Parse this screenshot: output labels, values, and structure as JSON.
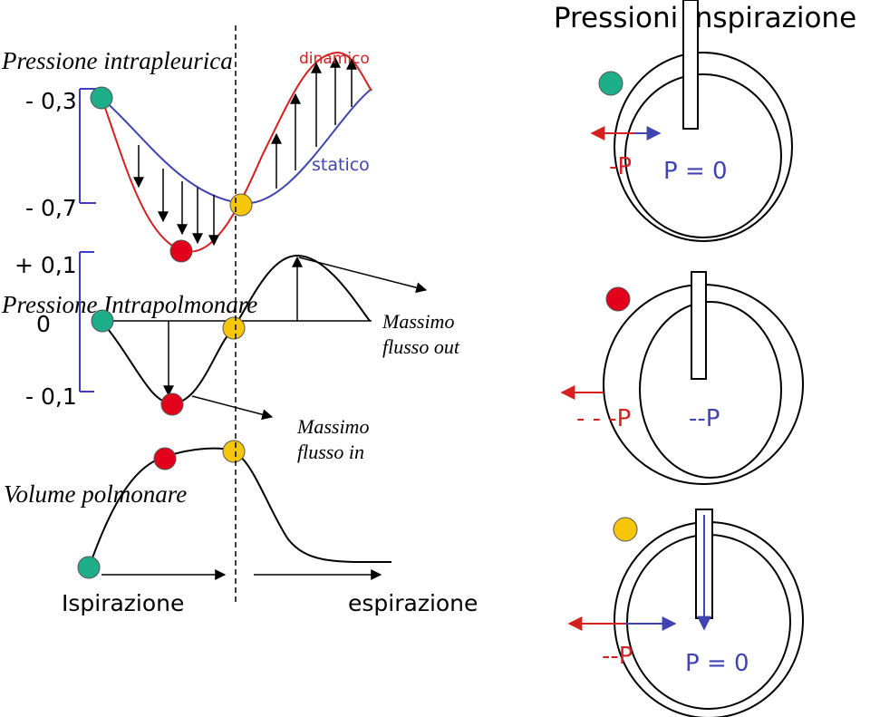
{
  "title": "Pressioni inspirazione",
  "left": {
    "intrapleural": {
      "title": "Pressione intrapleurica",
      "tick_high": "- 0,3",
      "tick_low": "- 0,7",
      "label_dynamic": "dinamico",
      "label_static": "statico"
    },
    "intrapulmonary": {
      "title": "Pressione Intrapolmonare",
      "tick_plus": "+ 0,1",
      "tick_zero": "0",
      "tick_minus": "- 0,1",
      "max_out_line1": "Massimo",
      "max_out_line2": "flusso out",
      "max_in_line1": "Massimo",
      "max_in_line2": "flusso in"
    },
    "volume": {
      "title": "Volume polmonare",
      "inspiration": "Ispirazione",
      "expiration": "espirazione"
    }
  },
  "right": {
    "top": {
      "left_label": "-P",
      "right_label": "P = 0"
    },
    "middle": {
      "left_label": "- - -P",
      "right_label": "--P"
    },
    "bottom": {
      "left_label": "--P",
      "right_label": "P = 0"
    }
  },
  "colors": {
    "green": "#1fae8a",
    "red": "#e3001b",
    "yellow": "#f6c60a",
    "blue_axis": "#3c3cc8",
    "curve_red": "#d42020",
    "curve_blue": "#3f44b0"
  }
}
